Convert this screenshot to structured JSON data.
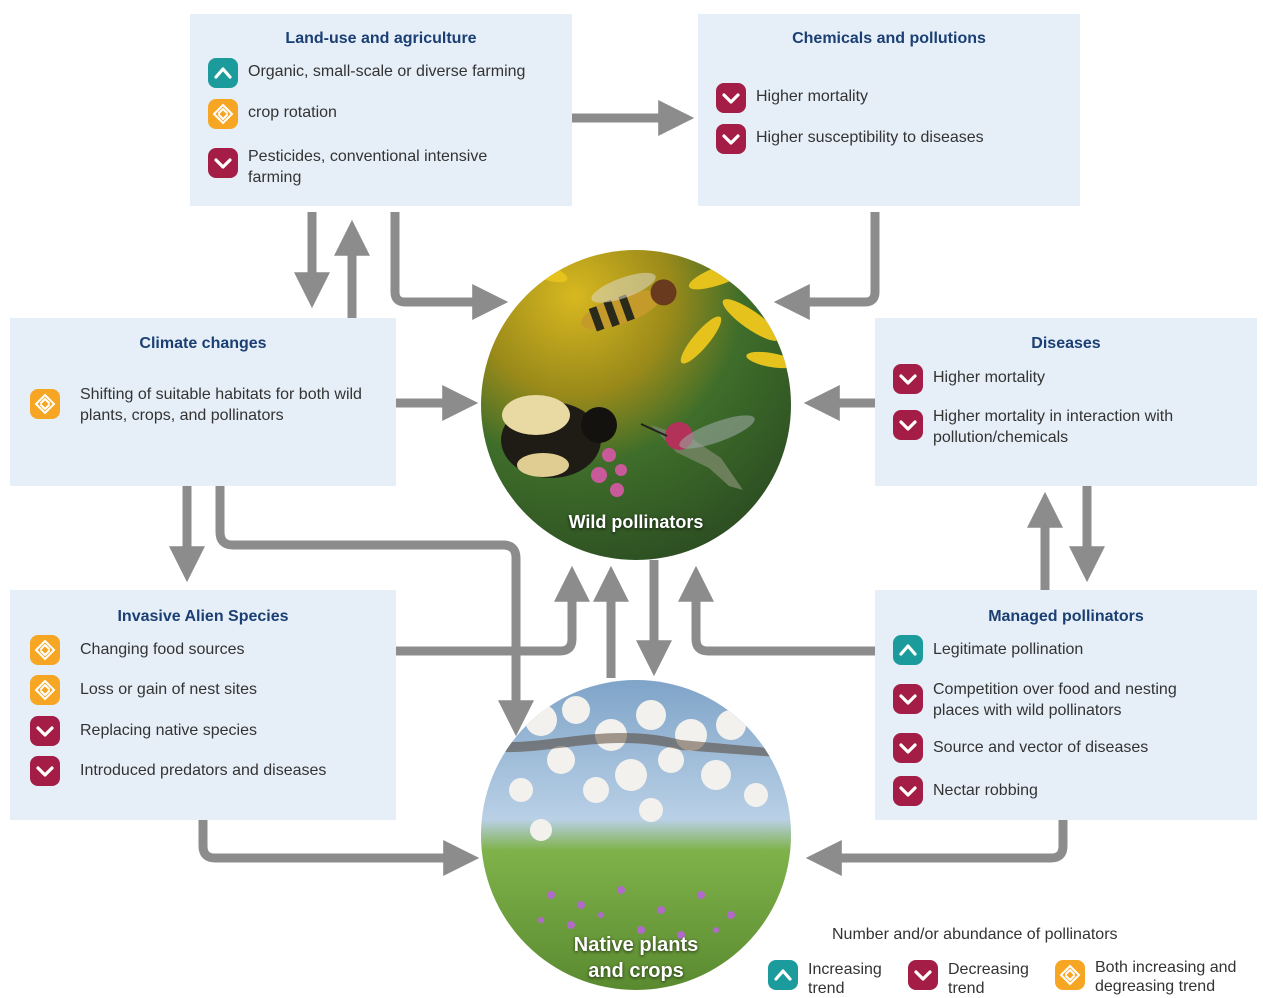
{
  "boxes": {
    "land_use": {
      "title": "Land-use and agriculture",
      "items": [
        {
          "trend": "increasing",
          "text": "Organic, small-scale or diverse farming"
        },
        {
          "trend": "both",
          "text": "crop rotation"
        },
        {
          "trend": "decreasing",
          "text": "Pesticides, conventional intensive farming"
        }
      ]
    },
    "chemicals": {
      "title": "Chemicals and pollutions",
      "items": [
        {
          "trend": "decreasing",
          "text": "Higher mortality"
        },
        {
          "trend": "decreasing",
          "text": "Higher susceptibility to diseases"
        }
      ]
    },
    "climate": {
      "title": "Climate changes",
      "items": [
        {
          "trend": "both",
          "text": "Shifting of suitable habitats for both wild plants, crops, and pollinators"
        }
      ]
    },
    "diseases": {
      "title": "Diseases",
      "items": [
        {
          "trend": "decreasing",
          "text": "Higher mortality"
        },
        {
          "trend": "decreasing",
          "text": "Higher mortality in interaction with pollution/chemicals"
        }
      ]
    },
    "invasive": {
      "title": "Invasive Alien Species",
      "items": [
        {
          "trend": "both",
          "text": "Changing food sources"
        },
        {
          "trend": "both",
          "text": "Loss or gain of nest sites"
        },
        {
          "trend": "decreasing",
          "text": "Replacing native species"
        },
        {
          "trend": "decreasing",
          "text": "Introduced predators and diseases"
        }
      ]
    },
    "managed": {
      "title": "Managed pollinators",
      "items": [
        {
          "trend": "increasing",
          "text": "Legitimate pollination"
        },
        {
          "trend": "decreasing",
          "text": "Competition over food and nesting places with wild pollinators"
        },
        {
          "trend": "decreasing",
          "text": "Source and vector of diseases"
        },
        {
          "trend": "decreasing",
          "text": "Nectar robbing"
        }
      ]
    }
  },
  "circles": {
    "wild": "Wild pollinators",
    "native_line1": "Native plants",
    "native_line2": "and crops"
  },
  "legend": {
    "title": "Number and/or abundance of pollinators",
    "increasing": "Increasing trend",
    "decreasing": "Decreasing trend",
    "both": "Both increasing and degreasing trend"
  },
  "colors": {
    "box_bg": "#e6eff8",
    "title": "#1b3f73",
    "increasing": "#1b9b9b",
    "decreasing": "#a31d46",
    "both": "#f6a623",
    "arrow": "#8c8c8c"
  },
  "icons": {
    "increasing": "chevron-up-icon",
    "decreasing": "chevron-down-icon",
    "both": "diamond-chevrons-icon"
  }
}
